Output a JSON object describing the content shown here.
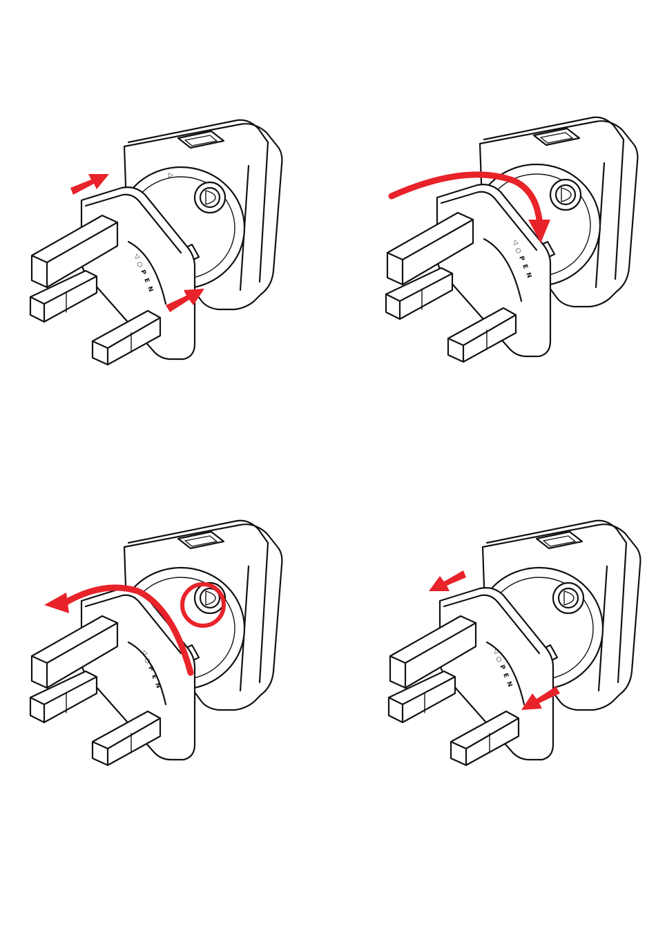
{
  "steps": [
    {
      "id": 1,
      "action": "slide",
      "arrow_color": "#e8232a"
    },
    {
      "id": 2,
      "action": "rotate-clockwise",
      "arrow_color": "#e8232a"
    },
    {
      "id": 3,
      "action": "rotate-counterclockwise-release-button",
      "arrow_color": "#e8232a"
    },
    {
      "id": 4,
      "action": "slide-off",
      "arrow_color": "#e8232a"
    }
  ],
  "dial_labels": [
    "◁",
    "○",
    "P",
    "E",
    "N",
    "▷"
  ],
  "colors": {
    "line": "#111111",
    "fill": "#ffffff",
    "accent": "#e8232a"
  }
}
